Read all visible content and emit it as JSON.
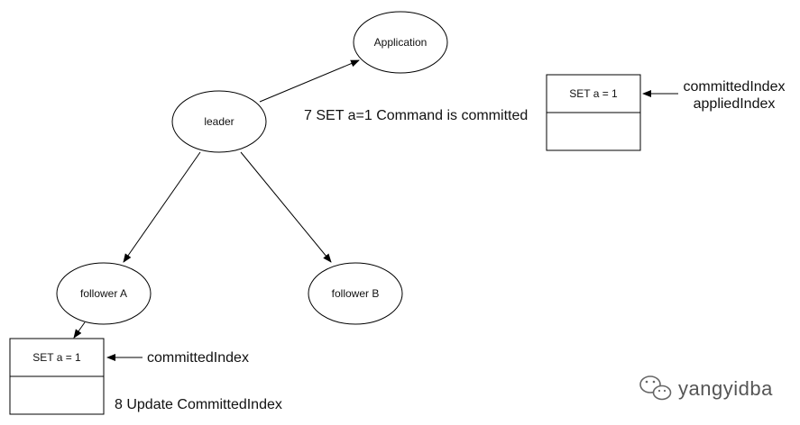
{
  "nodes": {
    "application": "Application",
    "leader": "leader",
    "follower_a": "follower A",
    "follower_b": "follower B"
  },
  "annotations": {
    "commit_message": "7 SET a=1 Command is committed",
    "update_message": "8 Update CommittedIndex"
  },
  "leader_log": {
    "entry": "SET a = 1",
    "pointer_line1": "committedIndex",
    "pointer_line2": "appliedIndex"
  },
  "follower_log": {
    "entry": "SET a = 1",
    "pointer": "committedIndex"
  },
  "watermark": {
    "text": "yangyidba",
    "icon": "wechat-icon"
  },
  "colors": {
    "stroke": "#000000",
    "text": "#111111",
    "watermark": "#555555"
  }
}
